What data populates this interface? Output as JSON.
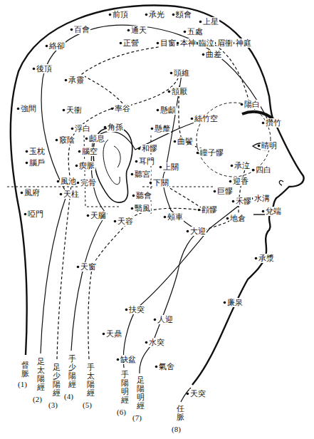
{
  "diagram": {
    "labels": [
      "百會",
      "前頂",
      "承光",
      "顖會",
      "上星",
      "通天",
      "五處",
      "正營",
      "目窗",
      "本神",
      "臨泣",
      "眉衝",
      "神庭",
      "曲差",
      "絡卻",
      "後頂",
      "承靈",
      "頭維",
      "頷厭",
      "強間",
      "天衝",
      "率谷",
      "懸顱",
      "絲竹空",
      "陽白",
      "攢竹",
      "浮白",
      "角孫",
      "懸釐",
      "顱息",
      "竅陰",
      "曲鬢",
      "睛明",
      "和髎",
      "腦空",
      "瞳子髎",
      "玉枕",
      "腦戶",
      "耳門",
      "瘈脈",
      "承泣",
      "上關",
      "四白",
      "聽宮",
      "下關",
      "風池",
      "完骨",
      "迎香",
      "巨髎",
      "風府",
      "天柱",
      "聽會",
      "禾髎",
      "水溝",
      "翳風",
      "顴髎",
      "兌端",
      "啞門",
      "天牖",
      "頰車",
      "地倉",
      "天容",
      "大迎",
      "承漿",
      "天窗",
      "廉泉",
      "扶突",
      "人迎",
      "天鼎",
      "水突",
      "缺盆",
      "氣舍",
      "天突",
      "督脈",
      "(1)",
      "足太陽經",
      "(2)",
      "足少陽經",
      "(3)",
      "手少陽經",
      "(4)",
      "手太陽經",
      "(5)",
      "手陽明經",
      "(6)",
      "足陽明經",
      "(7)",
      "任脈",
      "(8)"
    ]
  }
}
